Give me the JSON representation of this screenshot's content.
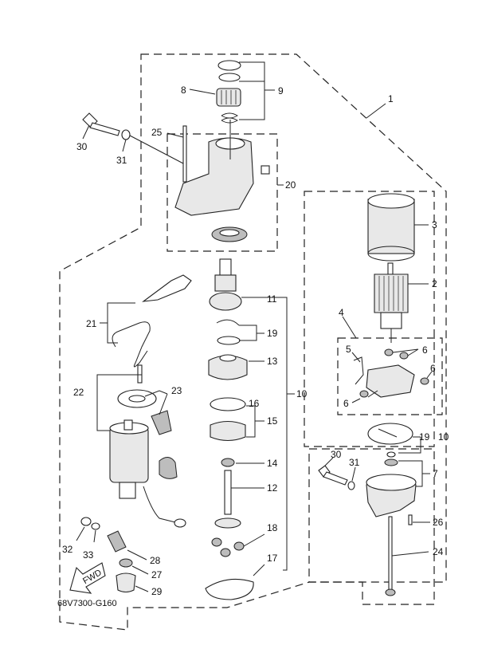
{
  "diagram": {
    "type": "exploded-parts-diagram",
    "drawing_code": "68V7300-G160",
    "direction_marker": "FWD",
    "callouts": {
      "c1": "1",
      "c2": "2",
      "c3": "3",
      "c4": "4",
      "c5": "5",
      "c6a": "6",
      "c6b": "6",
      "c6c": "6",
      "c7": "7",
      "c8": "8",
      "c9": "9",
      "c10": "10",
      "c10b": "10",
      "c11": "11",
      "c12": "12",
      "c13": "13",
      "c14": "14",
      "c15": "15",
      "c16": "16",
      "c17": "17",
      "c18": "18",
      "c19": "19",
      "c19b": "19",
      "c20": "20",
      "c21": "21",
      "c22": "22",
      "c23": "23",
      "c24": "24",
      "c25": "25",
      "c26": "26",
      "c27": "27",
      "c28": "28",
      "c29": "29",
      "c30": "30",
      "c30b": "30",
      "c31": "31",
      "c31b": "31",
      "c32": "32",
      "c33": "33"
    }
  }
}
